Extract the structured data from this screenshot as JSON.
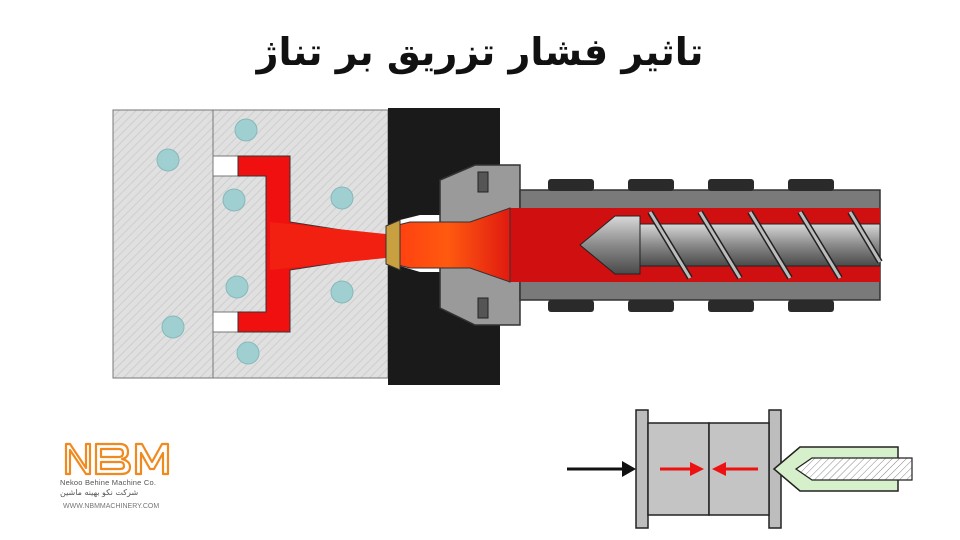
{
  "title": "تاثیر فشار تزریق بر تناژ",
  "logo": {
    "mark": "NBM",
    "company_en": "Nekoo Behine Machine Co.",
    "company_fa": "شرکت نکو بهینه ماشین",
    "website": "WWW.NBMMACHINERY.COM"
  },
  "colors": {
    "melt": "#f01010",
    "mold": "#e0e0e0",
    "cooling_channel": "#9fcfd0",
    "platen": "#1a1a1a",
    "barrel": "#7a7a7a",
    "logo": "#f08a1e",
    "force_arrow": "#ee1111",
    "nozzle_green": "#d6f0cc"
  },
  "icons": [
    "arrow-right-icon",
    "arrow-left-icon"
  ]
}
